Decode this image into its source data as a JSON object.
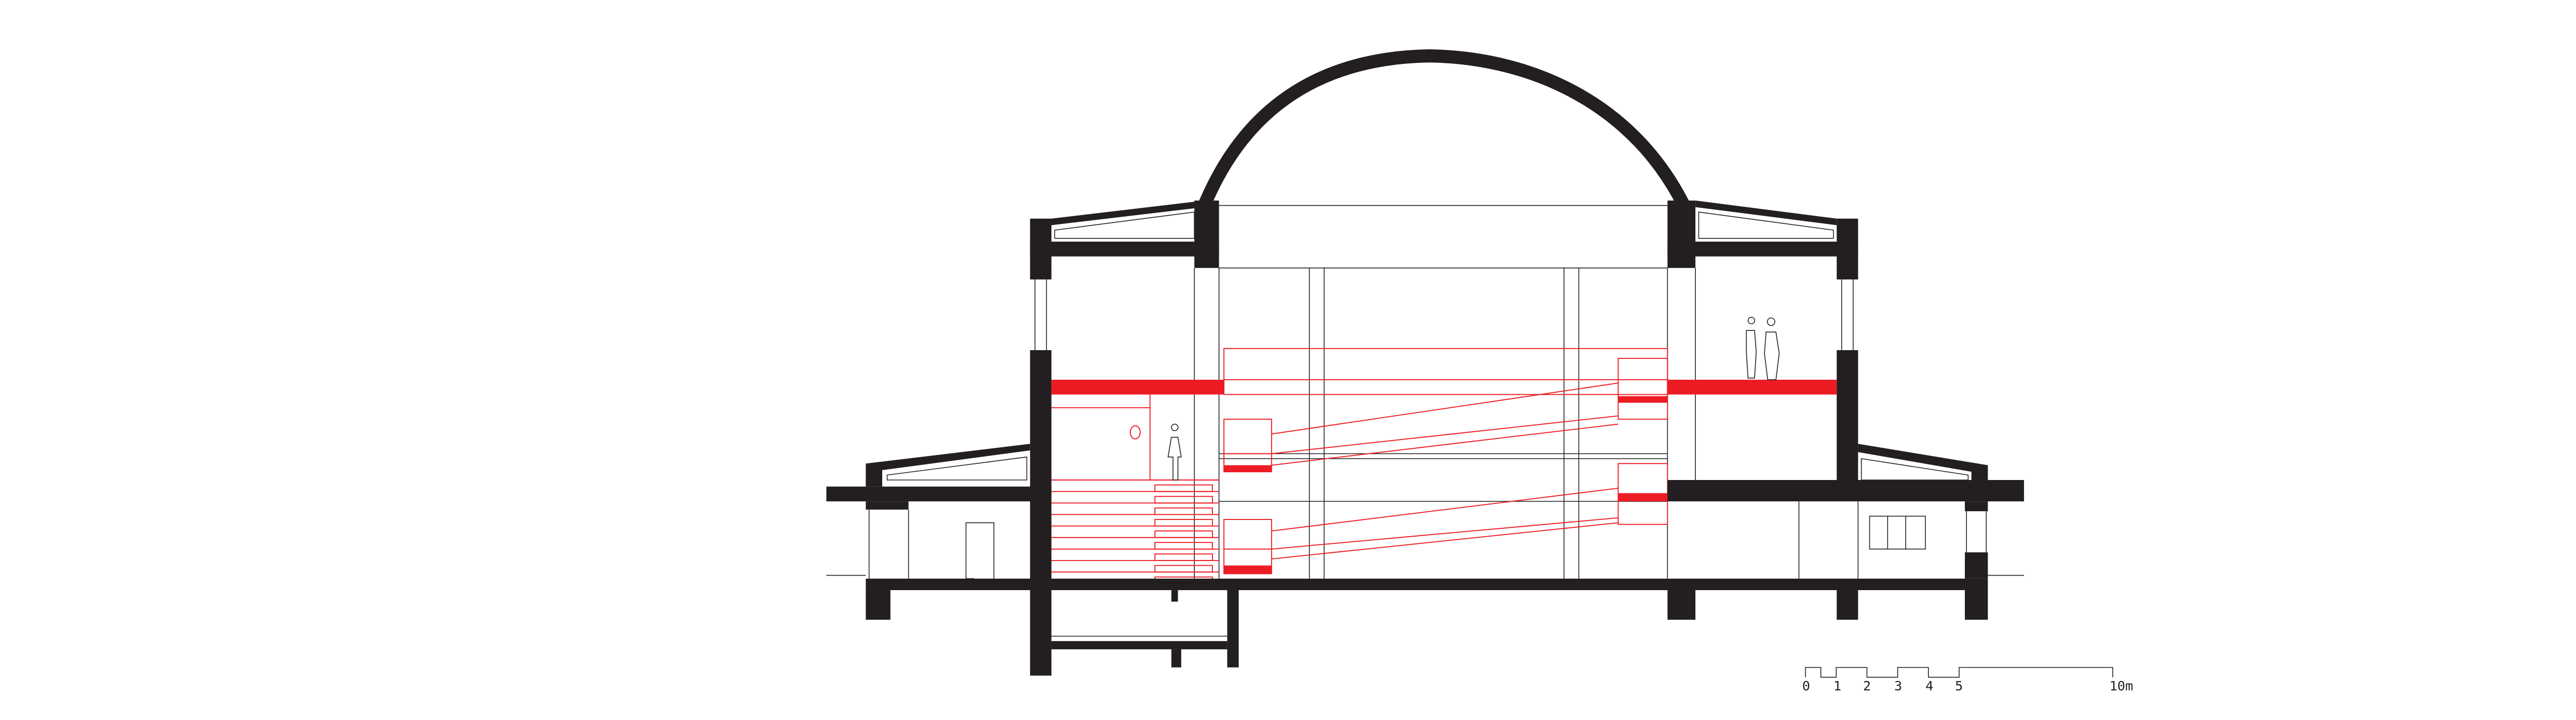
{
  "drawing": {
    "type": "building cross-section",
    "colors": {
      "structure": "#231f20",
      "highlight": "#ed1c24",
      "background": "#ffffff"
    }
  },
  "scale_bar": {
    "labels": [
      "0",
      "1",
      "2",
      "3",
      "4",
      "5",
      "10m"
    ],
    "ticks_m": [
      0,
      1,
      2,
      3,
      4,
      5,
      10
    ],
    "segments_m": [
      [
        0,
        0.5,
        "up"
      ],
      [
        0.5,
        1,
        "down"
      ],
      [
        1,
        2,
        "up"
      ],
      [
        2,
        3,
        "down"
      ],
      [
        3,
        4,
        "up"
      ],
      [
        4,
        5,
        "down"
      ],
      [
        5,
        10,
        "up"
      ]
    ]
  }
}
